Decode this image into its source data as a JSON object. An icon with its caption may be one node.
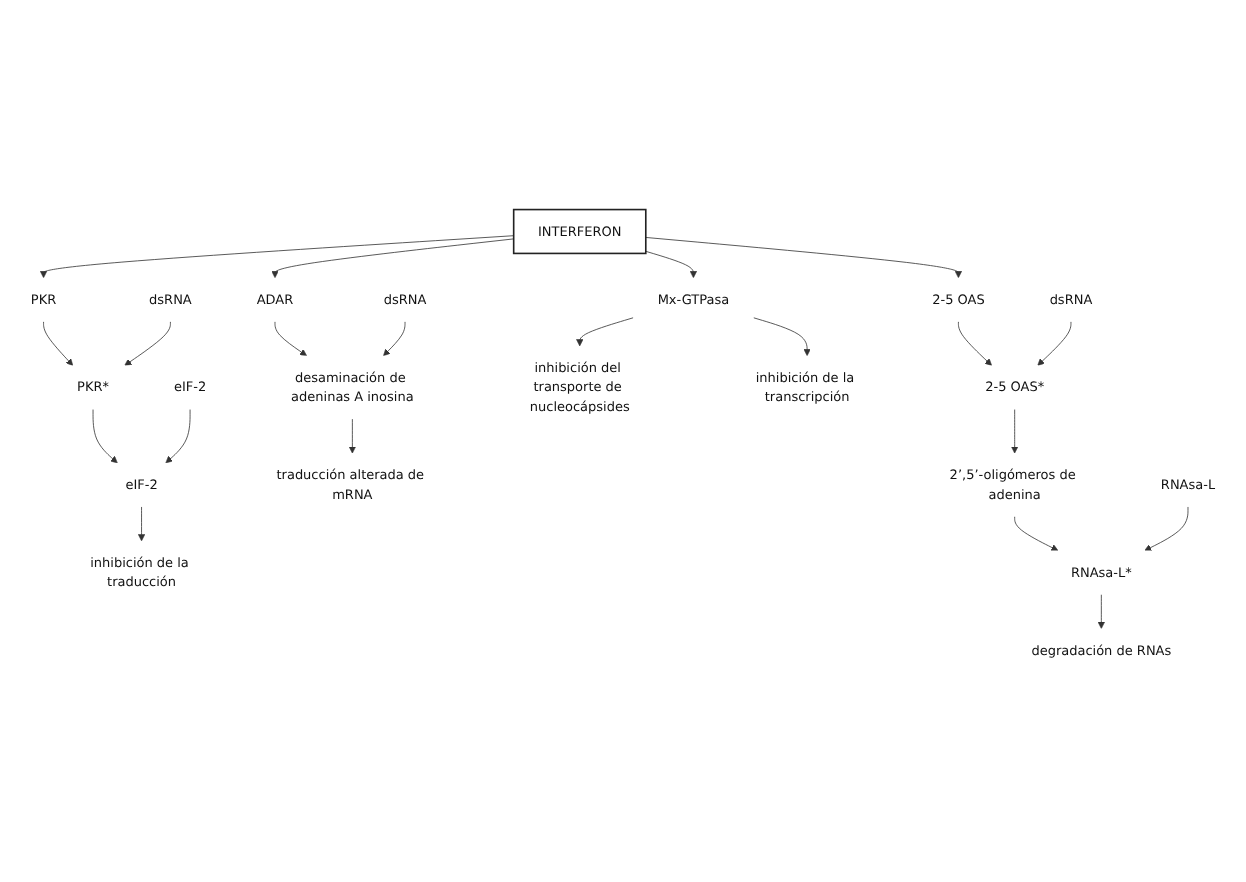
{
  "diagram": {
    "nodes": [
      {
        "text": [
          "INTERFERON"
        ]
      },
      {
        "text": [
          "PKR"
        ]
      },
      {
        "text": [
          "ADAR"
        ]
      },
      {
        "text": [
          "Mx-GTPasa"
        ]
      },
      {
        "text": [
          "2-5 OAS"
        ]
      },
      {
        "text": [
          "dsRNA"
        ]
      },
      {
        "text": [
          "PKR*"
        ]
      },
      {
        "text": [
          "eIF-2"
        ]
      },
      {
        "text": [
          "eIF-2"
        ]
      },
      {
        "text": [
          "inhibición de la traducción"
        ]
      },
      {
        "text": [
          "dsRNA"
        ]
      },
      {
        "text": [
          "desaminación de adeninas A inosina"
        ]
      },
      {
        "text": [
          "traducción alterada de mRNA"
        ]
      },
      {
        "text": [
          "inhibición del transporte de nucleocápsides"
        ]
      },
      {
        "text": [
          "inhibición de la transcripción"
        ]
      },
      {
        "text": [
          "dsRNA"
        ]
      },
      {
        "text": [
          "2-5 OAS*"
        ]
      },
      {
        "text": [
          "2’,5’-oligómeros de adenina"
        ]
      },
      {
        "text": [
          "RNAsa-L"
        ]
      },
      {
        "text": [
          "RNAsa-L*"
        ]
      },
      {
        "text": [
          "degradación de RNAs"
        ]
      }
    ],
    "edges": [
      {
        "from": 0,
        "to": 1,
        "arrow": "to"
      },
      {
        "from": 0,
        "to": 2,
        "arrow": "to"
      },
      {
        "from": 0,
        "to": 3,
        "arrow": "to"
      },
      {
        "from": 0,
        "to": 4,
        "arrow": "to"
      },
      {
        "from": 1,
        "to": 6,
        "arrow": "to"
      },
      {
        "from": 5,
        "to": 6,
        "arrow": "to"
      },
      {
        "from": 6,
        "to": 8,
        "arrow": "to"
      },
      {
        "from": 7,
        "to": 8,
        "arrow": "to"
      },
      {
        "from": 8,
        "to": 9,
        "arrow": "to"
      },
      {
        "from": 2,
        "to": 11,
        "arrow": "to"
      },
      {
        "from": 10,
        "to": 11,
        "arrow": "to"
      },
      {
        "from": 11,
        "to": 12,
        "arrow": "to"
      },
      {
        "from": 3,
        "to": 13,
        "arrow": "to"
      },
      {
        "from": 3,
        "to": 14,
        "arrow": "to"
      },
      {
        "from": 4,
        "to": 16,
        "arrow": "to"
      },
      {
        "from": 15,
        "to": 16,
        "arrow": "to"
      },
      {
        "from": 16,
        "to": 17,
        "arrow": "to"
      },
      {
        "from": 17,
        "to": 19,
        "arrow": "to"
      },
      {
        "from": 18,
        "to": 19,
        "arrow": "to"
      },
      {
        "from": 19,
        "to": 20,
        "arrow": "to"
      }
    ]
  }
}
